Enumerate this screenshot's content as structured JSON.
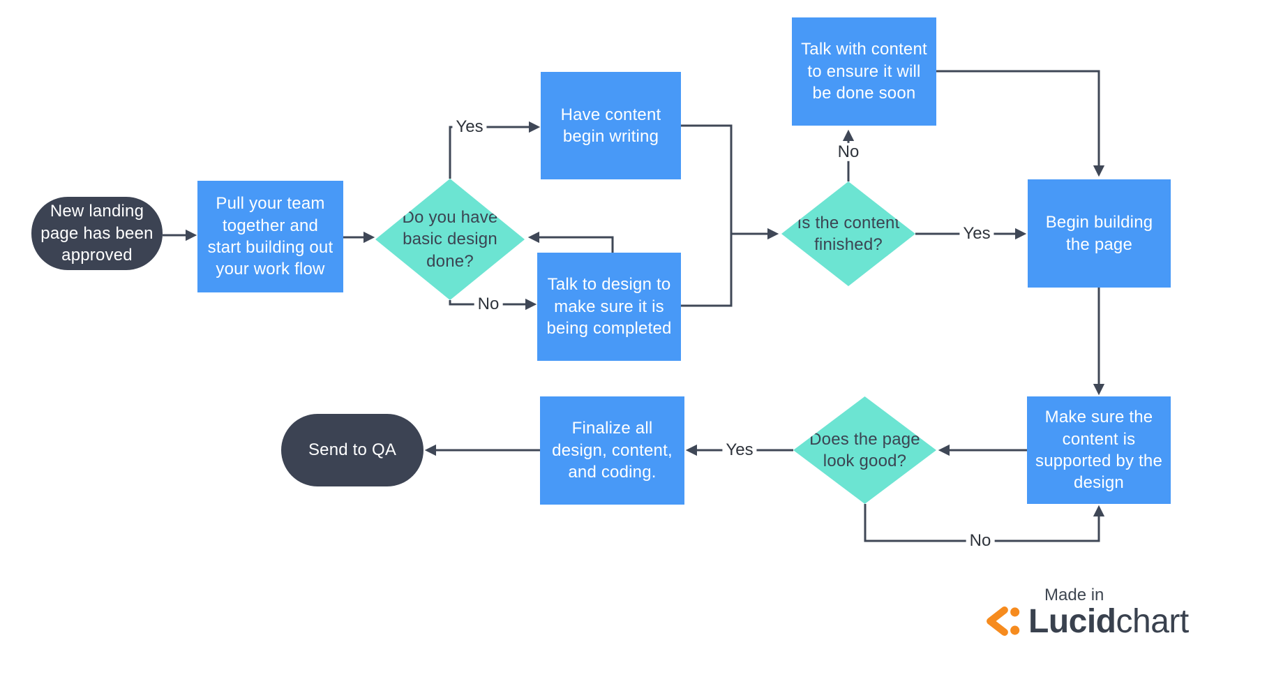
{
  "diagram": {
    "type": "flowchart",
    "nodes": {
      "start": {
        "shape": "terminator",
        "label": "New landing\npage has been\napproved"
      },
      "pull_team": {
        "shape": "process",
        "label": "Pull your team\ntogether and\nstart building out\nyour work flow"
      },
      "design_done": {
        "shape": "decision",
        "label": "Do you have\nbasic design\ndone?"
      },
      "have_content": {
        "shape": "process",
        "label": "Have content\nbegin writing"
      },
      "talk_design": {
        "shape": "process",
        "label": "Talk to design to\nmake sure it is\nbeing completed"
      },
      "content_finished": {
        "shape": "decision",
        "label": "Is the content\nfinished?"
      },
      "talk_content": {
        "shape": "process",
        "label": "Talk with content\nto ensure it will\nbe done soon"
      },
      "begin_building": {
        "shape": "process",
        "label": "Begin building\nthe page"
      },
      "make_sure": {
        "shape": "process",
        "label": "Make sure the\ncontent is\nsupported by the\ndesign"
      },
      "look_good": {
        "shape": "decision",
        "label": "Does the page\nlook good?"
      },
      "finalize": {
        "shape": "process",
        "label": "Finalize all\ndesign, content,\nand coding."
      },
      "send_qa": {
        "shape": "terminator",
        "label": "Send to QA"
      }
    },
    "edge_labels": {
      "design_done_yes": "Yes",
      "design_done_no": "No",
      "content_finished_no": "No",
      "content_finished_yes": "Yes",
      "look_good_yes": "Yes",
      "look_good_no": "No"
    },
    "branding": {
      "made_in": "Made in",
      "logo_bold": "Lucid",
      "logo_light": "chart"
    },
    "colors": {
      "process_fill": "#4899F7",
      "decision_fill": "#6CE4D2",
      "terminator_fill": "#3C4353",
      "connector": "#3F4756",
      "edge_label_text": "#2E333B",
      "logo_orange": "#F68B1E",
      "logo_text": "#39414E",
      "background": "#FFFFFF"
    }
  }
}
